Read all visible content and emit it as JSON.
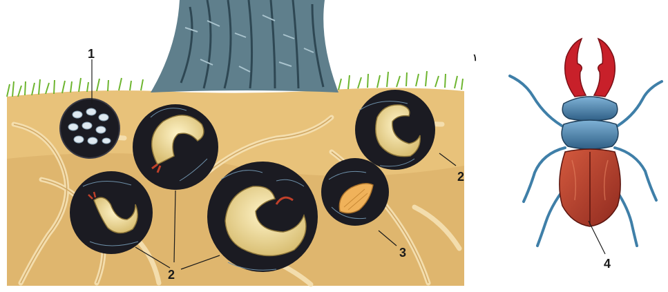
{
  "labels": {
    "eggs": "1",
    "larva": "2",
    "pupa": "3",
    "adult": "4",
    "stray_mark": "١"
  },
  "colors": {
    "soil": "#e8c27a",
    "soil_dark": "#d9a95a",
    "grass": "#7cbf3a",
    "bark": "#5f7f8c",
    "chamber": "#1b1b22",
    "larva": "#f3e2a6",
    "mandibles": "#c8202a",
    "beetle_body": "#b33a2a",
    "beetle_legs": "#3f7fa8"
  }
}
